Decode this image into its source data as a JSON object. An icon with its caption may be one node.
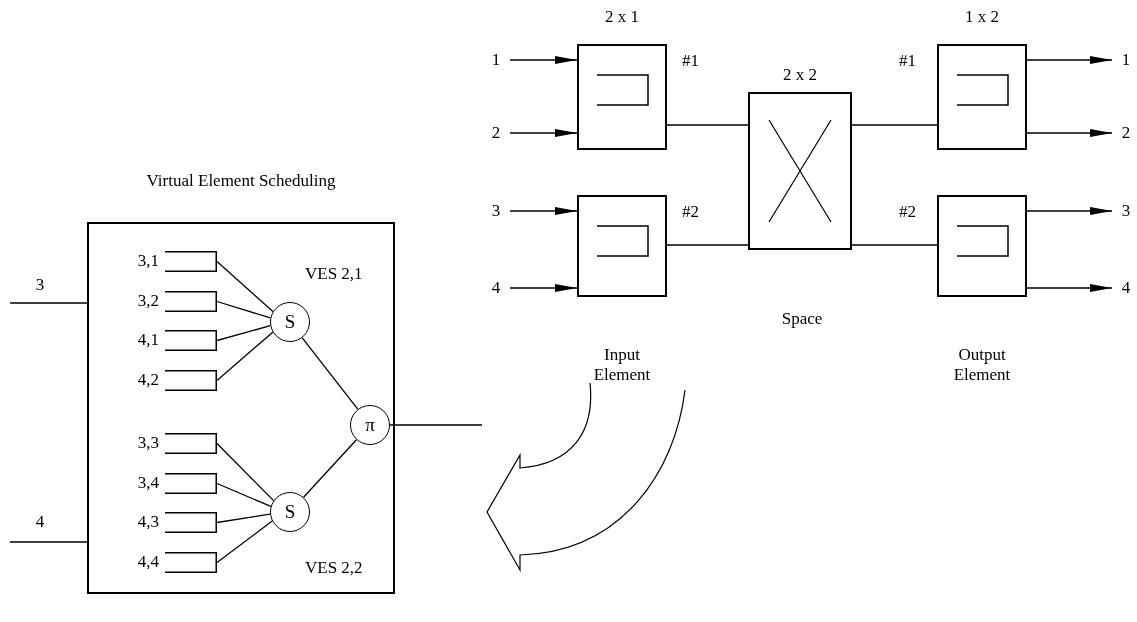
{
  "diagram": {
    "nodes": [
      {
        "text": [
          "Virtual Element Scheduling"
        ]
      },
      {
        "text": [],
        "shape": "box",
        "beside": [
          "3,1"
        ],
        "in": 0
      },
      {
        "text": [],
        "shape": "box",
        "beside": [
          "3,2"
        ],
        "in": 0
      },
      {
        "text": [],
        "shape": "box",
        "beside": [
          "4,1"
        ],
        "in": 0
      },
      {
        "text": [],
        "shape": "box",
        "beside": [
          "4,2"
        ],
        "in": 0
      },
      {
        "text": [
          "S"
        ],
        "in": 0
      },
      {
        "text": [],
        "shape": "box",
        "beside": [
          "3,3"
        ],
        "in": 0
      },
      {
        "text": [],
        "shape": "box",
        "beside": [
          "3,4"
        ],
        "in": 0
      },
      {
        "text": [],
        "shape": "box",
        "beside": [
          "4,3"
        ],
        "in": 0
      },
      {
        "text": [],
        "shape": "box",
        "beside": [
          "4,4"
        ],
        "in": 0
      },
      {
        "text": [
          "S"
        ],
        "in": 0
      },
      {
        "text": [
          "π"
        ],
        "in": 0
      },
      {
        "text": [
          "2 x 1"
        ],
        "beside": [
          "#1"
        ]
      },
      {
        "text": [],
        "shape": "box",
        "beside": [
          "#2"
        ]
      },
      {
        "text": [
          "2 x 2"
        ],
        "beside": [
          "Space"
        ]
      },
      {
        "text": [
          "1 x 2"
        ],
        "beside": [
          "#1"
        ]
      },
      {
        "text": [],
        "shape": "box",
        "beside": [
          "#2"
        ]
      }
    ],
    "edges": [
      {
        "from": 1,
        "to": 5,
        "arrow": "none"
      },
      {
        "from": 2,
        "to": 5,
        "arrow": "none"
      },
      {
        "from": 3,
        "to": 5,
        "arrow": "none"
      },
      {
        "from": 4,
        "to": 5,
        "arrow": "none"
      },
      {
        "from": 6,
        "to": 10,
        "arrow": "none"
      },
      {
        "from": 7,
        "to": 10,
        "arrow": "none"
      },
      {
        "from": 8,
        "to": 10,
        "arrow": "none"
      },
      {
        "from": 9,
        "to": 10,
        "arrow": "none"
      },
      {
        "from": 5,
        "to": 11,
        "arrow": "none"
      },
      {
        "from": 10,
        "to": 11,
        "arrow": "none"
      },
      {
        "from": 11,
        "to": null,
        "arrow": "none"
      },
      {
        "from": null,
        "to": 0,
        "arrow": "none",
        "label": "3"
      },
      {
        "from": null,
        "to": 0,
        "arrow": "none",
        "label": "4"
      },
      {
        "from": null,
        "to": 12,
        "arrow": "to",
        "label": "1"
      },
      {
        "from": null,
        "to": 12,
        "arrow": "to",
        "label": "2"
      },
      {
        "from": null,
        "to": 13,
        "arrow": "to",
        "label": "3"
      },
      {
        "from": null,
        "to": 13,
        "arrow": "to",
        "label": "4"
      },
      {
        "from": 12,
        "to": 14,
        "arrow": "none"
      },
      {
        "from": 13,
        "to": 14,
        "arrow": "none"
      },
      {
        "from": 14,
        "to": 15,
        "arrow": "none"
      },
      {
        "from": 14,
        "to": 16,
        "arrow": "none"
      },
      {
        "from": 15,
        "to": null,
        "arrow": "to",
        "label": "1"
      },
      {
        "from": 15,
        "to": null,
        "arrow": "to",
        "label": "2"
      },
      {
        "from": 16,
        "to": null,
        "arrow": "to",
        "label": "3"
      },
      {
        "from": 16,
        "to": null,
        "arrow": "to",
        "label": "4"
      }
    ],
    "labels": [
      "VES 2,1",
      "VES 2,2",
      "Input Element",
      "Output Element"
    ]
  }
}
